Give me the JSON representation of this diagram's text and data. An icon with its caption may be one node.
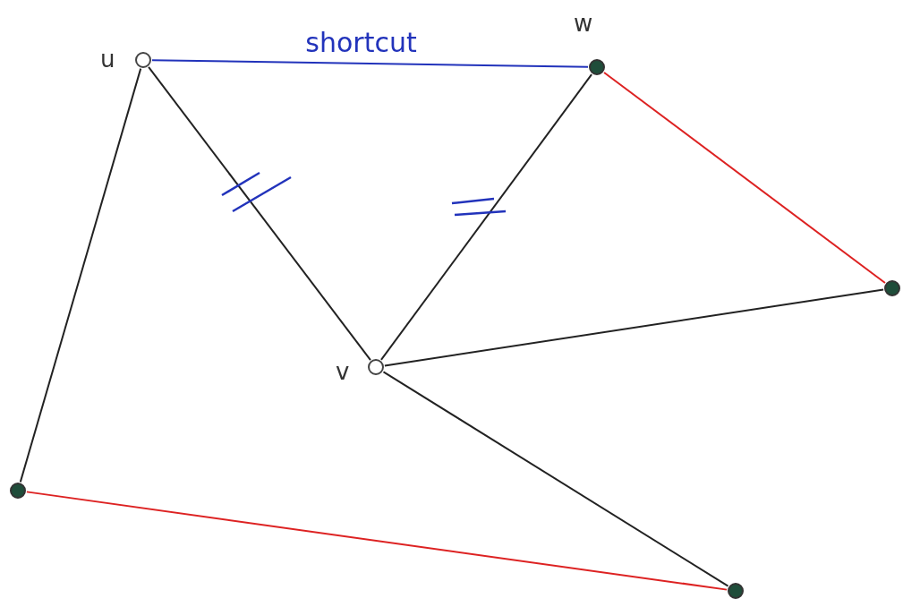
{
  "diagram": {
    "nodes": [
      {
        "text": [],
        "shape": "circle",
        "beside": [
          "u"
        ]
      },
      {
        "text": [],
        "shape": "dot",
        "beside": [
          "w"
        ]
      },
      {
        "text": [],
        "shape": "circle",
        "beside": [
          "v"
        ]
      },
      {
        "text": [],
        "shape": "dot"
      },
      {
        "text": [],
        "shape": "dot"
      },
      {
        "text": [],
        "shape": "dot"
      }
    ],
    "edges": [
      {
        "from": 0,
        "to": 1,
        "arrow": "none",
        "label": "shortcut",
        "color": "#2233bb"
      },
      {
        "from": 0,
        "to": 2,
        "arrow": "none"
      },
      {
        "from": 1,
        "to": 2,
        "arrow": "none"
      },
      {
        "from": 1,
        "to": 3,
        "arrow": "none",
        "color": "#dd2222"
      },
      {
        "from": 3,
        "to": 2,
        "arrow": "none"
      },
      {
        "from": 2,
        "to": 5,
        "arrow": "none"
      },
      {
        "from": 0,
        "to": 4,
        "arrow": "none"
      },
      {
        "from": 4,
        "to": 5,
        "arrow": "none",
        "color": "#dd2222"
      }
    ]
  }
}
